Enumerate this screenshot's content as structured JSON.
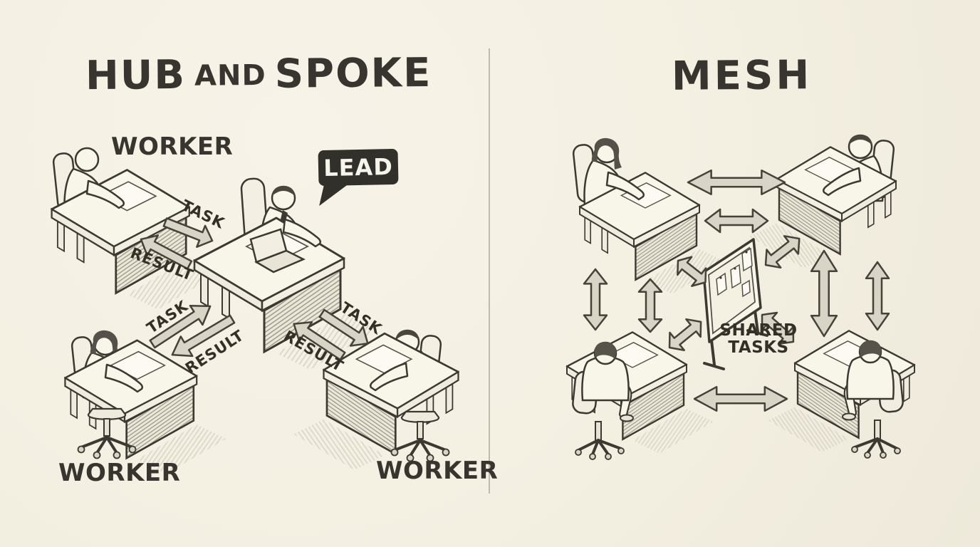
{
  "palette": {
    "paper": "#f3efe1",
    "ink": "#383430",
    "arrow_fill": "#d8d4c6",
    "bubble_bg": "#32302b",
    "bubble_text": "#f7f4ec"
  },
  "hub": {
    "title": [
      "HUB",
      "AND",
      "SPOKE"
    ],
    "lead_label": "LEAD",
    "workers": [
      {
        "id": "worker-top-left",
        "label": "WORKER"
      },
      {
        "id": "worker-bottom-left",
        "label": "WORKER"
      },
      {
        "id": "worker-bottom-right",
        "label": "WORKER"
      }
    ],
    "edges": [
      {
        "between": [
          "worker-top-left",
          "lead"
        ],
        "task": "TASK",
        "result": "RESULT"
      },
      {
        "between": [
          "worker-bottom-left",
          "lead"
        ],
        "task": "TASK",
        "result": "RESULT"
      },
      {
        "between": [
          "lead",
          "worker-bottom-right"
        ],
        "task": "TASK",
        "result": "RESULT"
      }
    ]
  },
  "mesh": {
    "title": "MESH",
    "board_label": [
      "SHARED",
      "TASKS"
    ]
  }
}
